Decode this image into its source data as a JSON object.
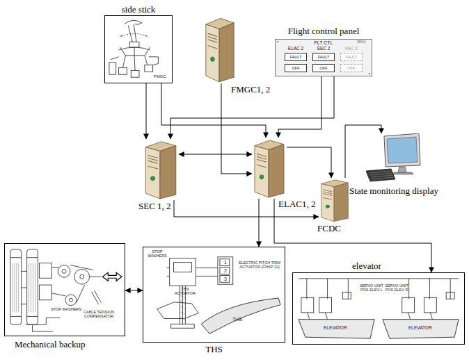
{
  "diagram": {
    "nodes": [
      {
        "text": [
          "side stick"
        ]
      },
      {
        "text": [
          "FMGC1, 2"
        ]
      },
      {
        "text": [
          "Flight control panel"
        ]
      },
      {
        "text": [
          "SEC 1, 2"
        ]
      },
      {
        "text": [
          "ELAC1, 2"
        ]
      },
      {
        "text": [
          "FCDC"
        ]
      },
      {
        "text": [
          "State monitoring display"
        ]
      },
      {
        "text": [
          "Mechanical backup"
        ]
      },
      {
        "text": [
          "THS"
        ]
      },
      {
        "text": [
          "elevator"
        ]
      }
    ],
    "edges": [
      {
        "from": 0,
        "to": 3,
        "arrow": "to"
      },
      {
        "from": 0,
        "to": 4,
        "arrow": "to"
      },
      {
        "from": 1,
        "to": 4,
        "arrow": "to"
      },
      {
        "from": 2,
        "to": 4,
        "arrow": "to"
      },
      {
        "from": 2,
        "to": 3,
        "arrow": "to"
      },
      {
        "from": 3,
        "to": 4,
        "arrow": "both"
      },
      {
        "from": 4,
        "to": 5,
        "arrow": "to"
      },
      {
        "from": 5,
        "to": 6,
        "arrow": "to"
      },
      {
        "from": 3,
        "to": 5,
        "arrow": "to"
      },
      {
        "from": 4,
        "to": 8,
        "arrow": "to"
      },
      {
        "from": 4,
        "to": 9,
        "arrow": "to"
      },
      {
        "from": 7,
        "to": 8,
        "arrow": "both"
      }
    ],
    "labels": [
      "FLT CTL",
      "25VU",
      "ELAC 2",
      "FAULT",
      "OFF",
      "SEC 2",
      "FAULT",
      "OFF",
      "FAC 1",
      "FAULT",
      "OFF",
      "FMGC",
      "STOP WASHERS",
      "CABLE TENSION COMPENSATOR",
      "STOP WASHERS",
      "THS ACTUATOR",
      "1",
      "2",
      "3",
      "ELECTRIC PITCH TRIM ACTUATOR (CHAP 22)",
      "THS",
      "SERVO UNIT POS ELEV L",
      "SERVO UNIT POS ELEV R",
      "ELEVATOR",
      "ELEVATOR"
    ]
  }
}
